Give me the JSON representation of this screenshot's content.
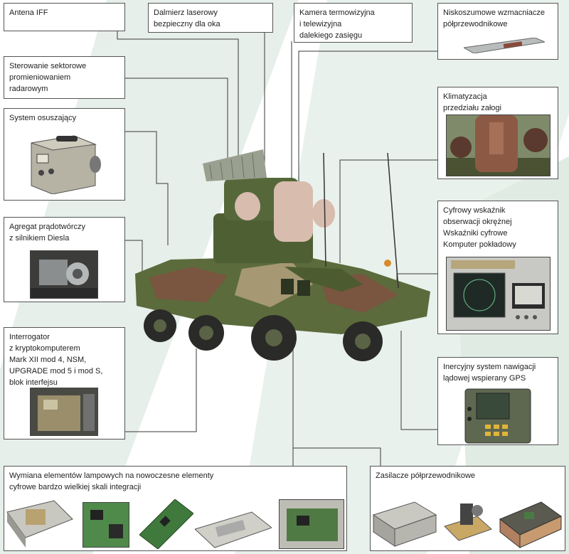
{
  "labels": {
    "antenna_iff": "Antena IFF",
    "laser_rangefinder": "Dalmierz laserowy\nbezpieczny dla oka",
    "thermal_camera": "Kamera termowizyjna\ni telewizyjna\ndalekiego zasięgu",
    "low_noise_amplifiers": "Niskoszumowe wzmacniacze\npółprzewodnikowe",
    "sector_control": "Sterowanie sektorowe\npromieniowaniem\nradarowym",
    "dehumidifier": "System osuszający",
    "air_conditioning": "Klimatyzacja\nprzedziału załogi",
    "diesel_generator": "Agregat prądotwórczy\nz silnikiem Diesla",
    "digital_indicator": "Cyfrowy wskaźnik\nobserwacji okrężnej\nWskaźniki cyfrowe\nKomputer pokładowy",
    "interrogator": "Interrogator\nz kryptokomputerem\nMark XII mod 4, NSM,\nUPGRADE mod 5 i mod S,\nblok interfejsu",
    "navigation": "Inercyjny system nawigacji\nlądowej wspierany GPS",
    "vacuum_replacement": "Wymiana elementów lampowych na nowoczesne elementy\ncyfrowe bardzo wielkiej skali integracji",
    "power_supplies": "Zasilacze półprzewodnikowe"
  },
  "colors": {
    "background_stripe": "#e3eee7",
    "leader_line": "#3a3a3a",
    "camo_green": "#5b6b3c",
    "camo_brown": "#7a5540",
    "camo_tan": "#a59873",
    "radar_panel": "#d8bcae"
  }
}
